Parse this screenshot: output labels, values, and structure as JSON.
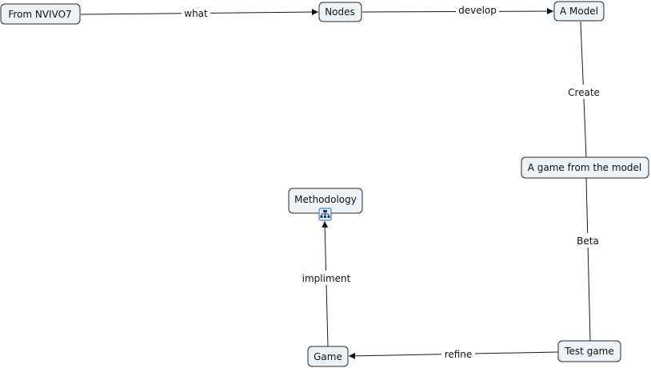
{
  "concepts": {
    "from_nvivo7": "From NVIVO7",
    "nodes": "Nodes",
    "a_model": "A Model",
    "a_game_from_the_model": "A game from the model",
    "test_game": "Test game",
    "game": "Game",
    "methodology": "Methodology"
  },
  "links": {
    "what": "what",
    "develop": "develop",
    "create": "Create",
    "beta": "Beta",
    "refine": "refine",
    "impliment": "impliment"
  },
  "icons": {
    "methodology_attachment": "concept-map-icon"
  }
}
